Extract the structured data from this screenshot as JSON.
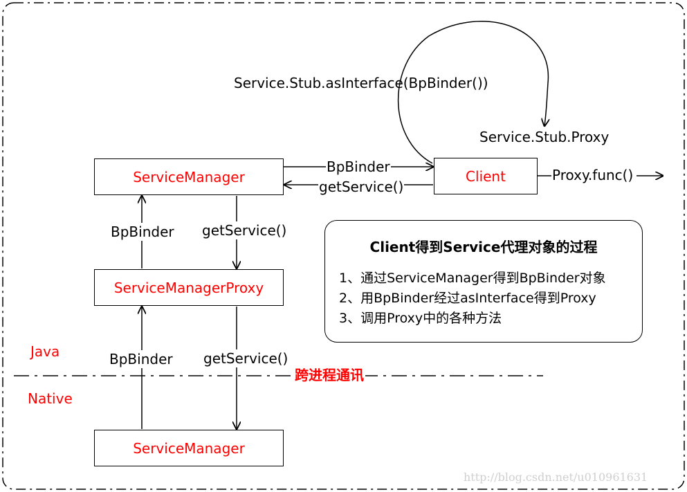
{
  "boxes": {
    "service_manager_java": "ServiceManager",
    "client": "Client",
    "service_manager_proxy": "ServiceManagerProxy",
    "service_manager_native": "ServiceManager"
  },
  "labels": {
    "as_interface_call": "Service.Stub.asInterface(BpBinder())",
    "stub_proxy": "Service.Stub.Proxy",
    "bpbinder_to_client": "BpBinder",
    "get_service_from_client": "getService()",
    "proxy_func": "Proxy.func()",
    "bpbinder_up_upper": "BpBinder",
    "get_service_down_upper": "getService()",
    "bpbinder_up_lower": "BpBinder",
    "get_service_down_lower": "getService()"
  },
  "layers": {
    "java": "Java",
    "native": "Native",
    "ipc": "跨进程通讯"
  },
  "summary": {
    "title": "Client得到Service代理对象的过程",
    "steps": [
      "1、通过ServiceManager得到BpBinder对象",
      "2、用BpBinder经过asInterface得到Proxy",
      "3、调用Proxy中的各种方法"
    ]
  },
  "watermark": "http://blog.csdn.net/u010961631",
  "colors": {
    "component_text": "#ff0000",
    "line": "#000000",
    "watermark": "#cfcfcf"
  }
}
